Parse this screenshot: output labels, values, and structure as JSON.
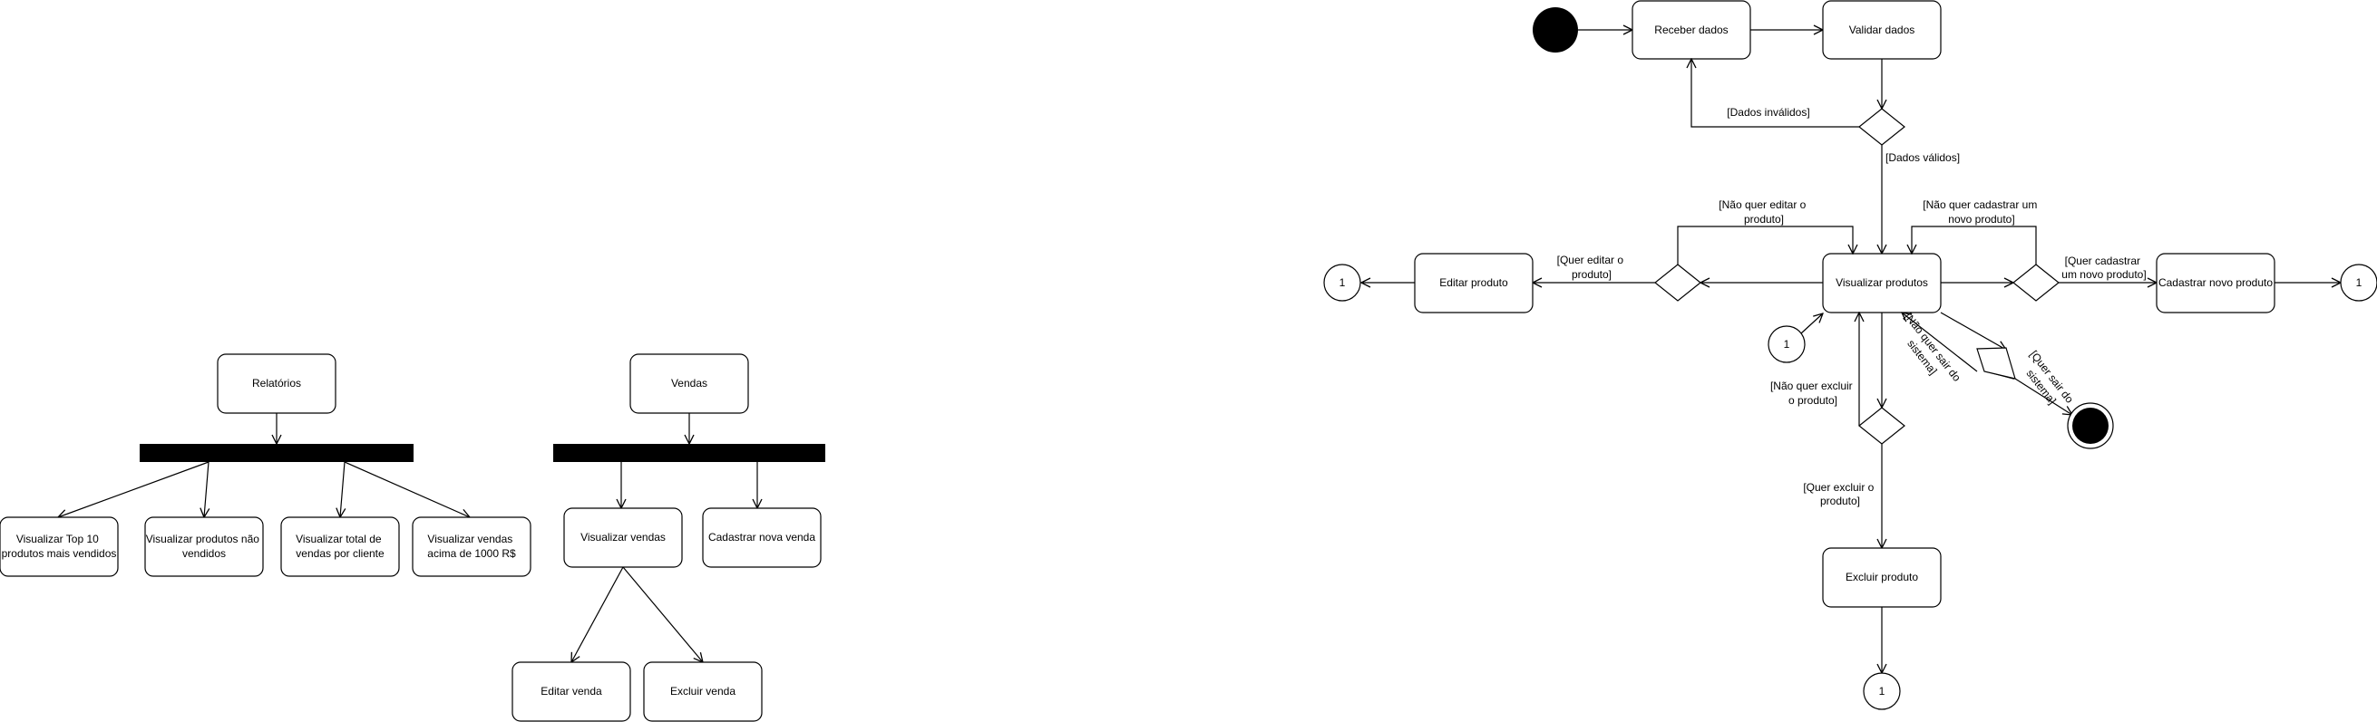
{
  "left": {
    "relatorios": {
      "label": "Relatórios",
      "items": [
        [
          "Visualizar Top 10",
          "produtos mais vendidos"
        ],
        [
          "Visualizar produtos não",
          "vendidos"
        ],
        [
          "Visualizar total de",
          "vendas por cliente"
        ],
        [
          "Visualizar vendas",
          "acima de 1000 R$"
        ]
      ]
    },
    "vendas": {
      "label": "Vendas",
      "visualizar": "Visualizar vendas",
      "cadastrar": "Cadastrar nova venda",
      "editar": "Editar venda",
      "excluir": "Excluir venda"
    }
  },
  "flow": {
    "receber": "Receber dados",
    "validar": "Validar dados",
    "visualizar_produtos": "Visualizar produtos",
    "editar_produto": "Editar produto",
    "cadastrar_produto": "Cadastrar novo produto",
    "excluir_produto": "Excluir produto",
    "connector": "1",
    "guards": {
      "dados_invalidos": "[Dados inválidos]",
      "dados_validos": "[Dados válidos]",
      "nao_editar": [
        "[Não quer editar o",
        "produto]"
      ],
      "quer_editar": [
        "[Quer editar o",
        "produto]"
      ],
      "nao_cadastrar": [
        "[Não quer cadastrar um",
        "novo produto]"
      ],
      "quer_cadastrar": [
        "[Quer cadastrar",
        "um novo produto]"
      ],
      "nao_excluir": [
        "[Não quer excluir",
        "o produto]"
      ],
      "quer_excluir": [
        "[Quer excluir o",
        "produto]"
      ],
      "nao_sair": [
        "[Não quer sair do",
        "sistema]"
      ],
      "quer_sair": [
        "[Quer sair do",
        "sistema]"
      ]
    }
  },
  "colors": {
    "stroke": "#000000",
    "fill": "#ffffff",
    "node": "#000000"
  }
}
